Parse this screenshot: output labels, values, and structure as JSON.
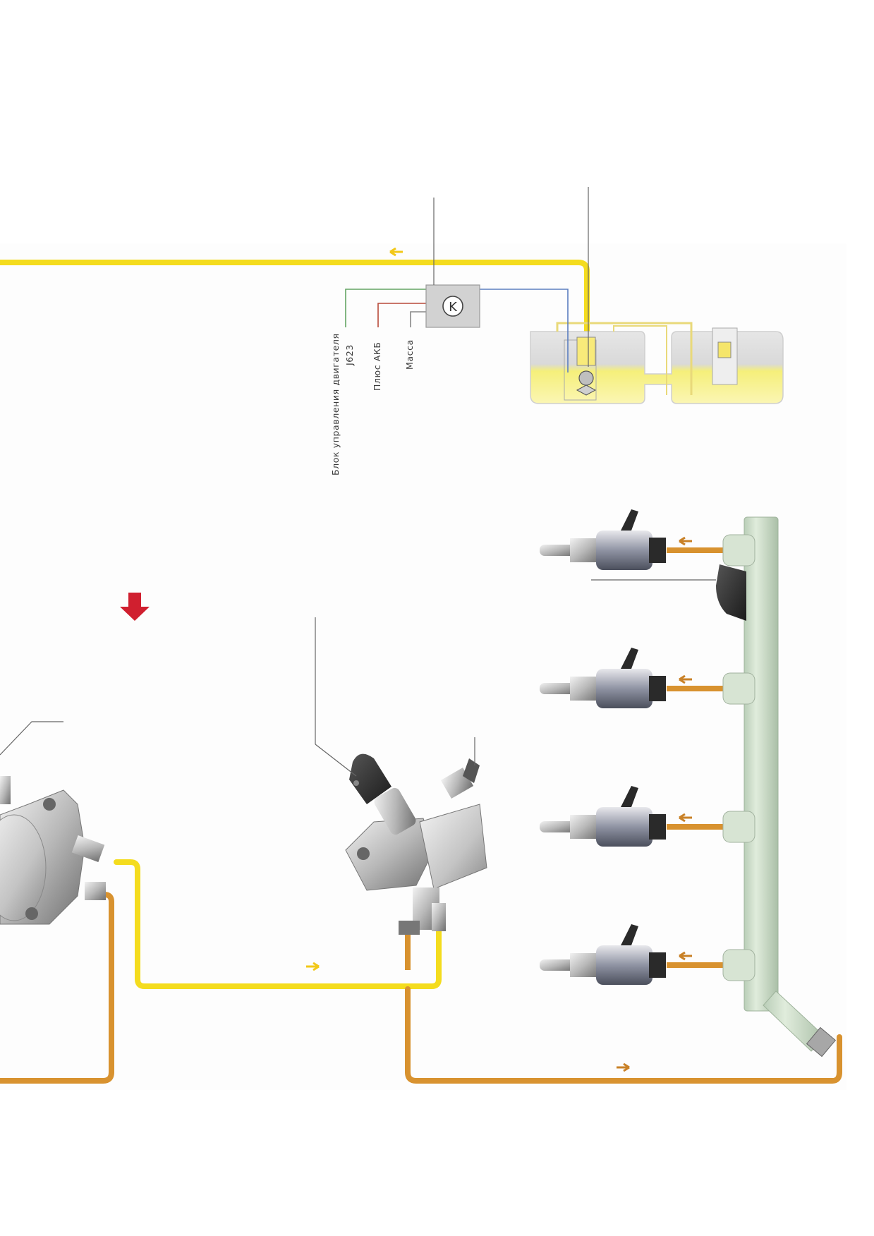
{
  "colors": {
    "low_pressure_line": "#f4dc1e",
    "high_pressure_line": "#d8922f",
    "flow_arrow_yellow": "#f2c818",
    "flow_arrow_orange": "#c98127",
    "direction_arrow": "#d01f2f",
    "fuel_tank_fill": "#f6ee6c",
    "fuel_rail": "#cfe0cc",
    "wire_j623": "#63a463",
    "wire_battery": "#b84a3a",
    "wire_ground": "#888888",
    "wire_pump": "#5b7ec0"
  },
  "control_unit": {
    "symbol": "K",
    "icon": "control-unit-k-icon"
  },
  "wire_labels": {
    "j623_line1": "Блок управления двигателя",
    "j623_line2": "J623",
    "battery": "Плюс АКБ",
    "ground": "Масса"
  },
  "components": {
    "fuel_tank": "fuel-tank",
    "fuel_rail": "fuel-rail",
    "injectors_count": 4,
    "high_pressure_pumps_count": 2
  }
}
